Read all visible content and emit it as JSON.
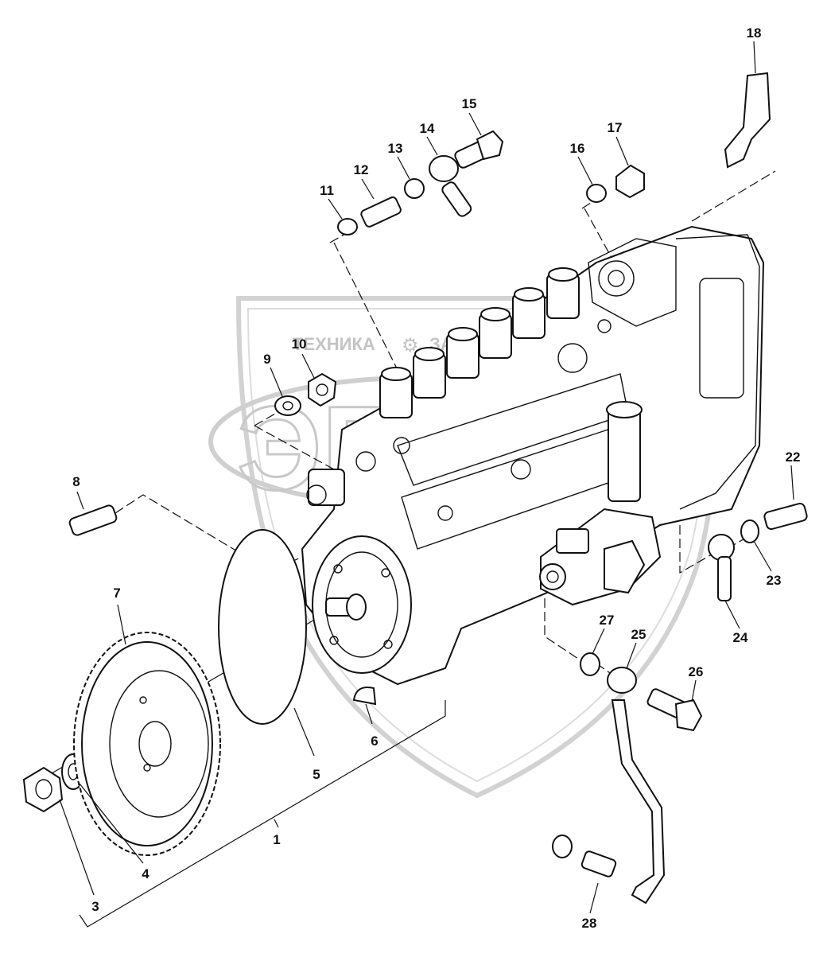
{
  "watermark": {
    "top_text": "ТЕХНИКА",
    "right_text": "ЗАПЧАСТИ",
    "letters": "ЭПФ"
  },
  "callouts": [
    {
      "id": "1",
      "label": "1"
    },
    {
      "id": "3",
      "label": "3"
    },
    {
      "id": "4",
      "label": "4"
    },
    {
      "id": "5",
      "label": "5"
    },
    {
      "id": "6",
      "label": "6"
    },
    {
      "id": "7",
      "label": "7"
    },
    {
      "id": "8",
      "label": "8"
    },
    {
      "id": "9",
      "label": "9"
    },
    {
      "id": "10",
      "label": "10"
    },
    {
      "id": "11",
      "label": "11"
    },
    {
      "id": "12",
      "label": "12"
    },
    {
      "id": "13",
      "label": "13"
    },
    {
      "id": "14",
      "label": "14"
    },
    {
      "id": "15",
      "label": "15"
    },
    {
      "id": "16",
      "label": "16"
    },
    {
      "id": "17",
      "label": "17"
    },
    {
      "id": "18",
      "label": "18"
    },
    {
      "id": "22",
      "label": "22"
    },
    {
      "id": "23",
      "label": "23"
    },
    {
      "id": "24",
      "label": "24"
    },
    {
      "id": "25",
      "label": "25"
    },
    {
      "id": "26",
      "label": "26"
    },
    {
      "id": "27",
      "label": "27"
    },
    {
      "id": "28",
      "label": "28"
    }
  ]
}
